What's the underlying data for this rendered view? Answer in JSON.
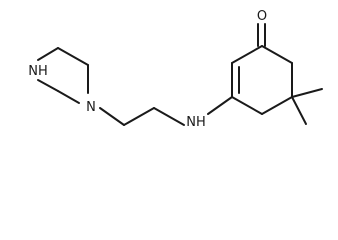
{
  "molecule": {
    "atoms": {
      "oxygen": "O",
      "amine_nh": "NH",
      "piperazine_n1": "N",
      "piperazine_nh": "NH"
    }
  },
  "colors": {
    "ink": "#1a1a1a",
    "background": "#ffffff"
  }
}
